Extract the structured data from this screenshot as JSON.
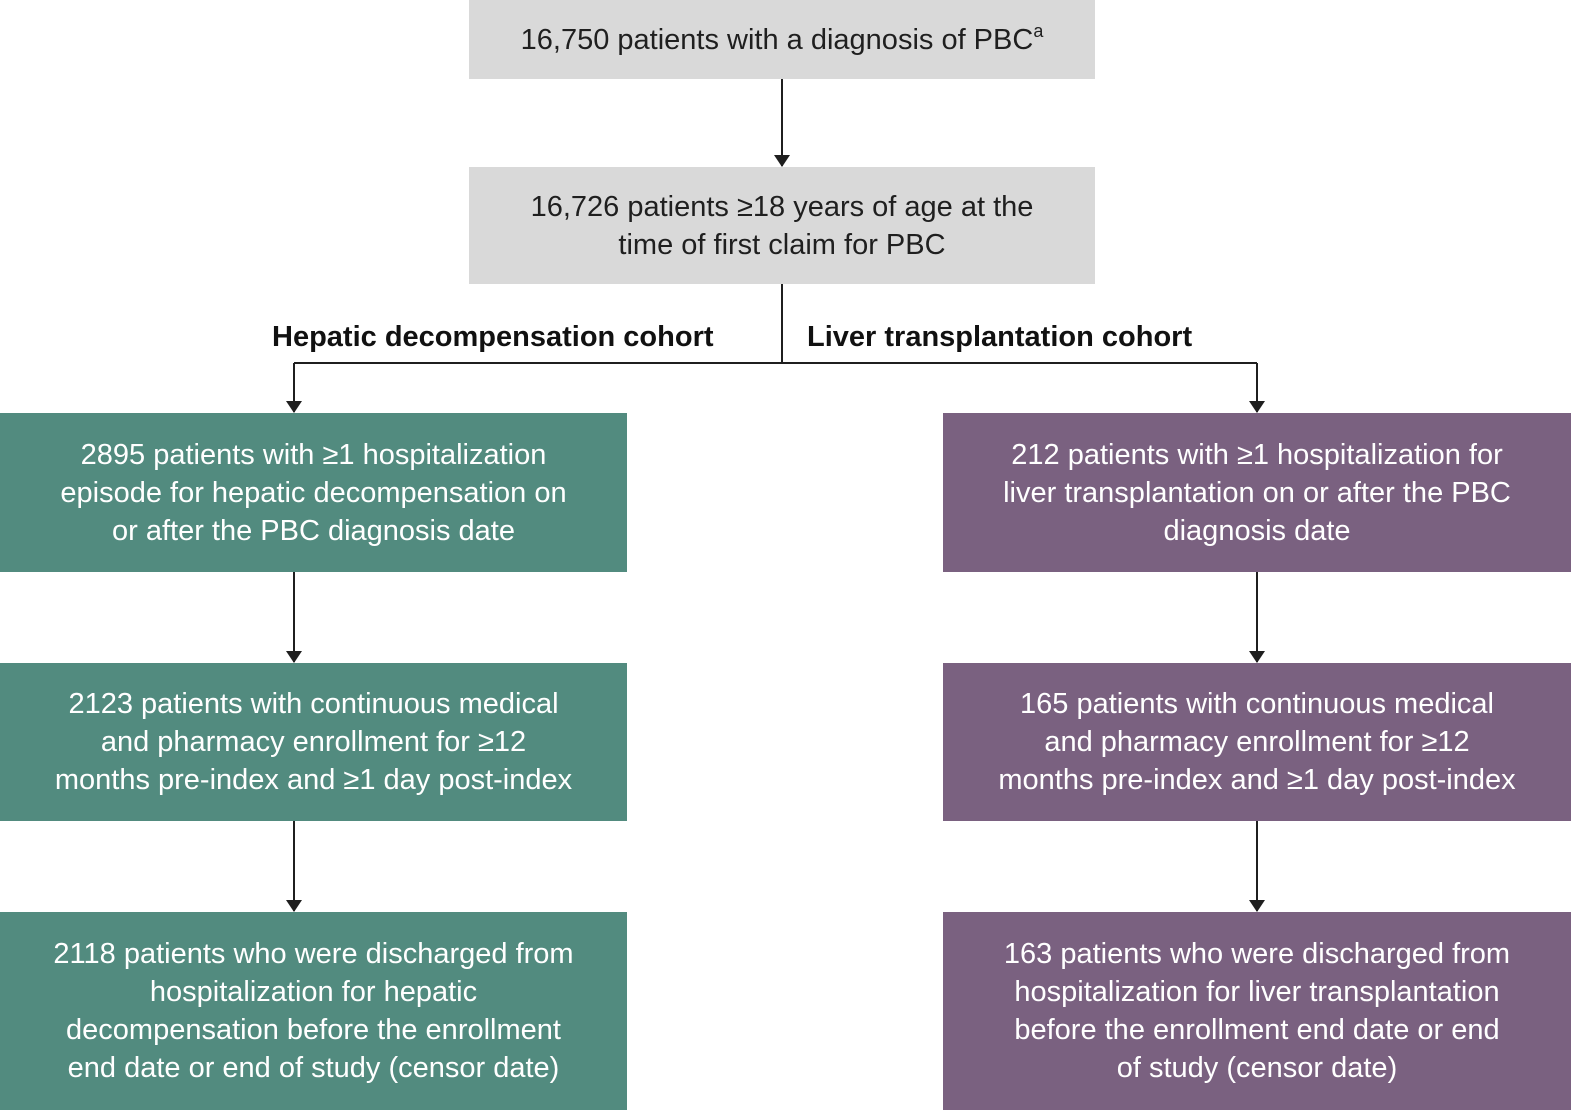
{
  "colors": {
    "top_box": "#d9d9d9",
    "hepatic_box": "#528b7f",
    "liver_box": "#7a6180",
    "connector": "#1f1f1f"
  },
  "top": {
    "box1": {
      "text": "16,750 patients with a diagnosis of PBC",
      "superscript": "a"
    },
    "box2": {
      "lines": [
        "16,726 patients ≥18 years of age at the",
        "time of first claim for PBC"
      ]
    }
  },
  "cohorts": {
    "hepatic": {
      "label": "Hepatic decompensation cohort",
      "boxes": [
        {
          "lines": [
            "2895 patients with ≥1 hospitalization",
            "episode for hepatic decompensation on",
            "or after the PBC diagnosis date"
          ]
        },
        {
          "lines": [
            "2123 patients with continuous medical",
            "and pharmacy enrollment for ≥12",
            "months pre-index and ≥1 day post-index"
          ]
        },
        {
          "lines": [
            "2118 patients who were discharged from",
            "hospitalization for hepatic",
            "decompensation before the enrollment",
            "end date or end of study (censor date)"
          ]
        }
      ]
    },
    "liver": {
      "label": "Liver transplantation cohort",
      "boxes": [
        {
          "lines": [
            "212 patients with ≥1 hospitalization for",
            "liver transplantation on or after the PBC",
            "diagnosis date"
          ]
        },
        {
          "lines": [
            "165 patients with continuous medical",
            "and pharmacy enrollment for ≥12",
            "months pre-index and ≥1 day post-index"
          ]
        },
        {
          "lines": [
            "163 patients who were discharged from",
            "hospitalization for liver transplantation",
            "before the enrollment end date or end",
            "of study (censor date)"
          ]
        }
      ]
    }
  }
}
